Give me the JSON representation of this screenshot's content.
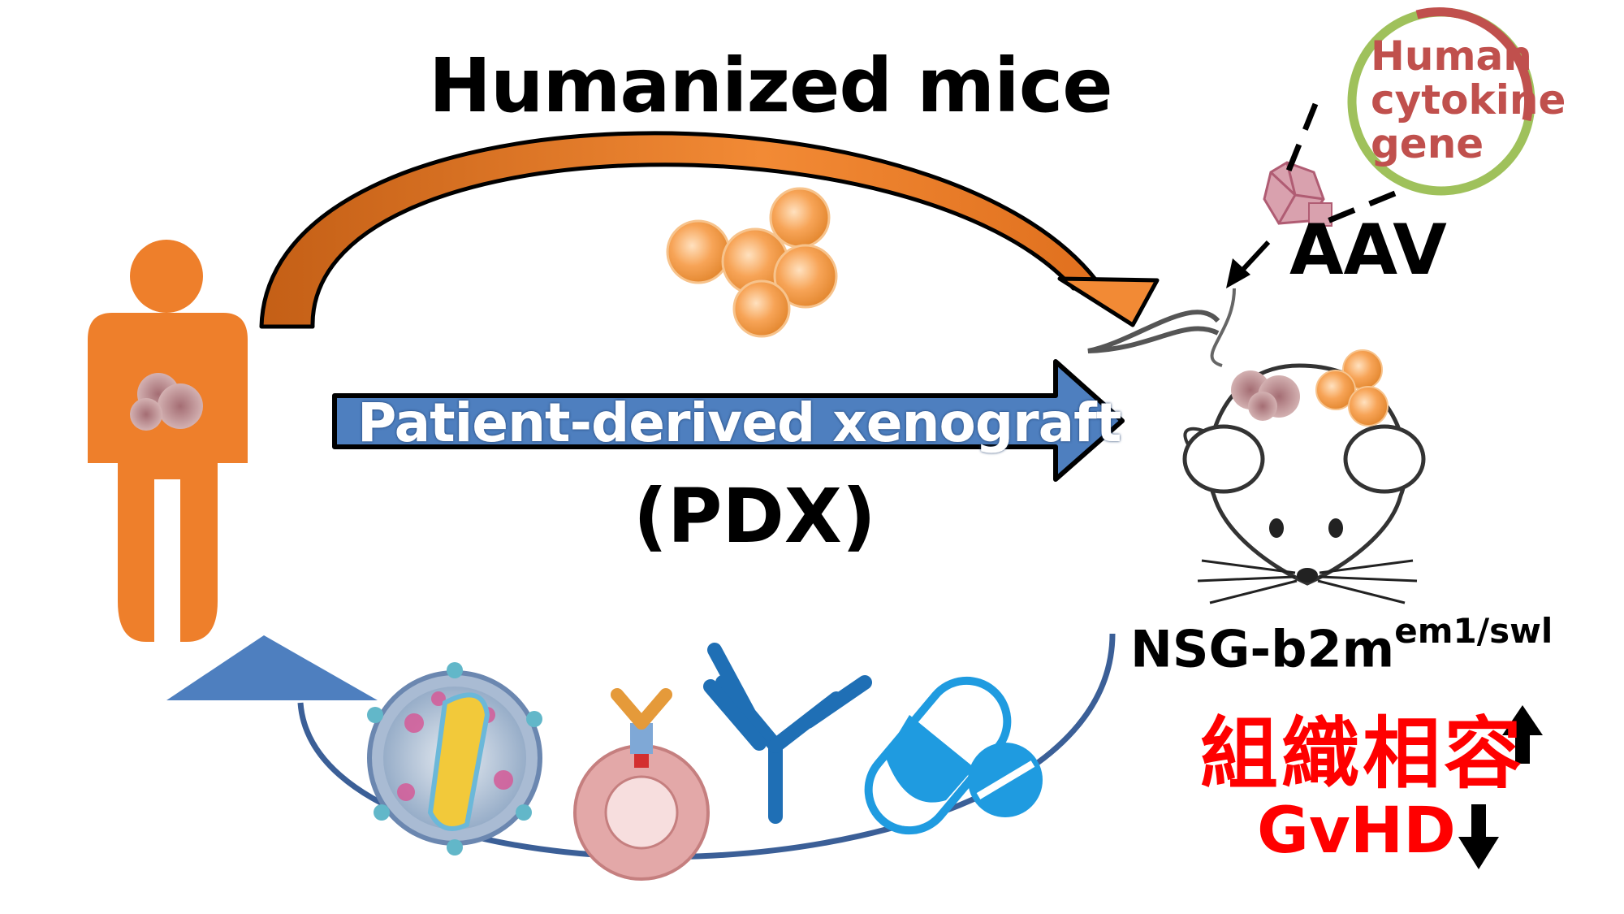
{
  "title": "Humanized mice",
  "pdx": {
    "main_label": "Patient-derived xenograft",
    "abbreviation": "(PDX)"
  },
  "aav": {
    "label": "AAV",
    "plasmid_label": "Human cytokine gene"
  },
  "mouse": {
    "strain_base": "NSG-b2m",
    "strain_superscript": "em1/swl"
  },
  "outcomes": {
    "histocompatibility": "組織相容",
    "histocompatibility_trend": "up",
    "gvhd": "GvHD",
    "gvhd_trend": "down"
  },
  "colors": {
    "person": "#ee7f2b",
    "arrow_blue": "#4e7fbf",
    "cycle_blue": "#3b5f97",
    "cells": "#f7a457",
    "tumor": "#c49a9c",
    "plasmid_green": "#9fc15b",
    "plasmid_red": "#c0504d",
    "alert_red": "#ff0000",
    "drug_blue": "#1f6fb5"
  },
  "icons": [
    "person-icon",
    "tumor-icon",
    "cell-cluster-icon",
    "mouse-icon",
    "aav-capsid-icon",
    "plasmid-icon",
    "virus-icon",
    "car-t-cell-icon",
    "antibody-icon",
    "capsule-icon",
    "pill-icon",
    "up-arrow-icon",
    "down-arrow-icon"
  ]
}
